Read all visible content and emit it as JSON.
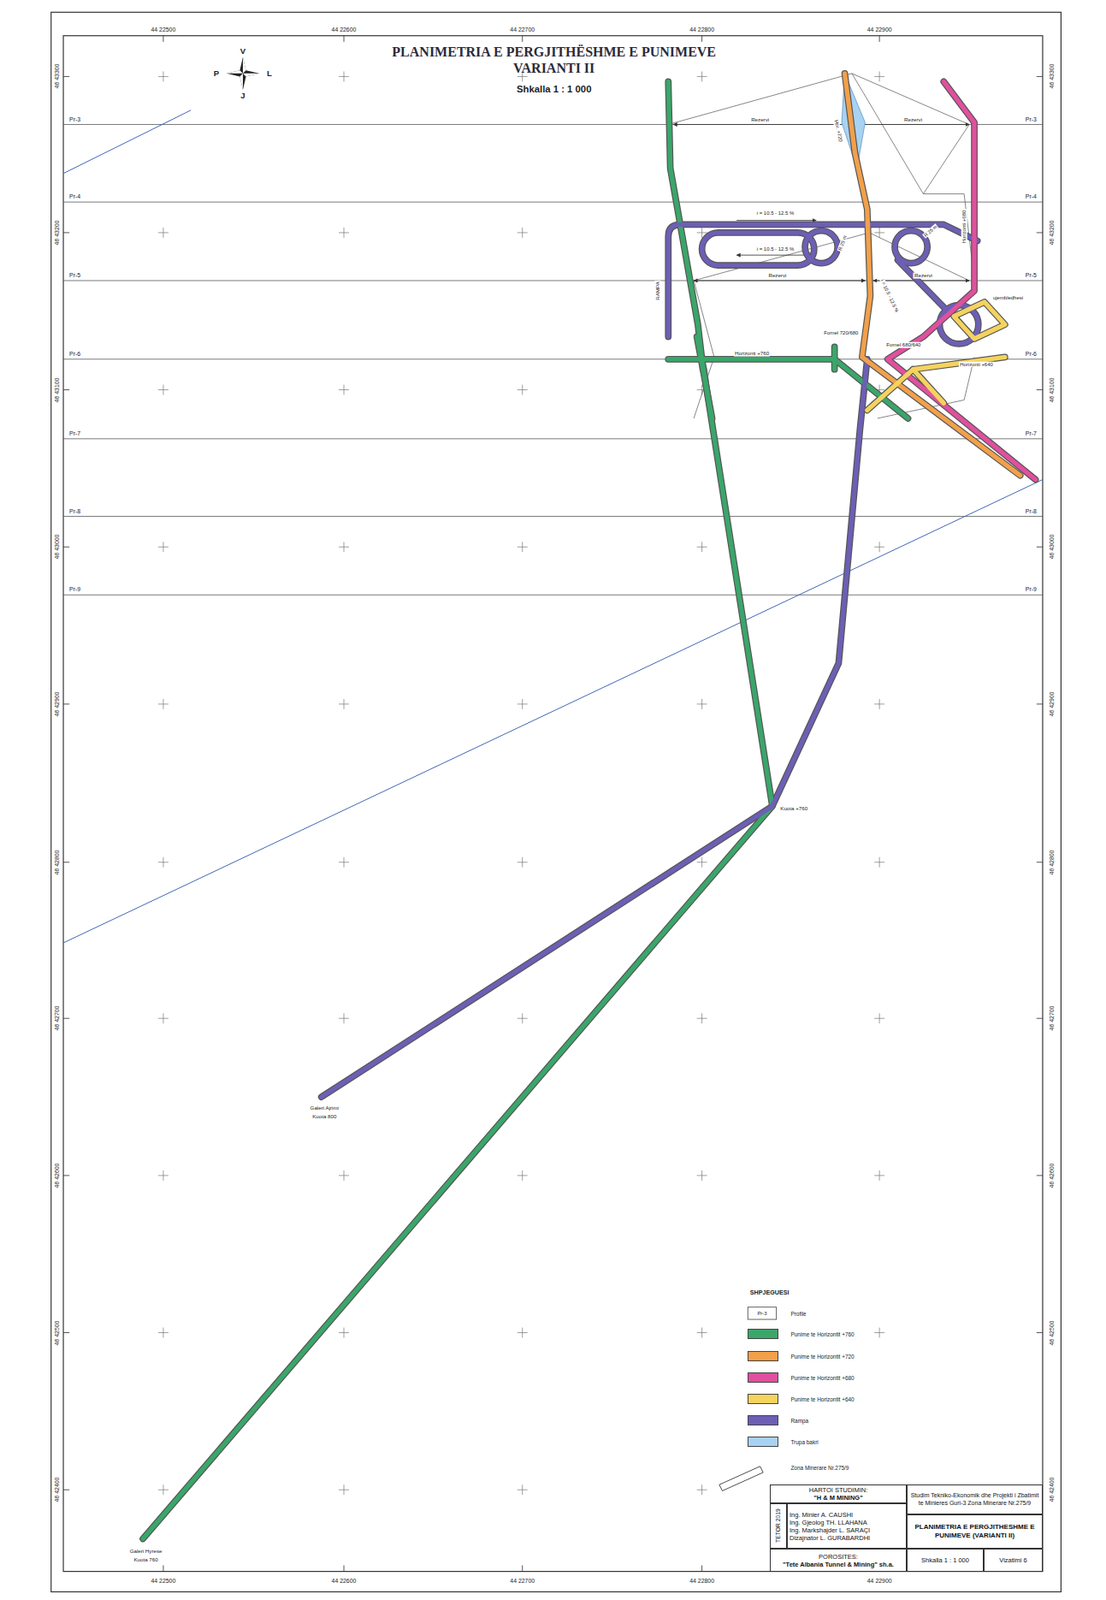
{
  "diagram": {
    "title": "PLANIMETRIA E PERGJITHËSHME E PUNIMEVE VARIANTI II",
    "nodes": [
      {
        "text": [
          "HARTOI STUDIMIN:",
          "\"H & M MINING\""
        ]
      },
      {
        "text": [
          "Ing. Minier A. CAUSHI",
          "Ing. Gjeolog TH. LLAHANA",
          "Ing. Markshajder L. SARAÇI",
          "Dizajnator L. GURABARDHI"
        ]
      },
      {
        "text": [
          "TETOR 2019"
        ]
      },
      {
        "text": [
          "POROSITES:",
          "\"Tete Albania Tunnel & Mining\" sh.a."
        ]
      },
      {
        "text": [
          "Studim Tekniko-Ekonomik dhe Projekti i Zbatimit te Minieres Guri-3 Zona Minerare Nr.275/9"
        ]
      },
      {
        "text": [
          "PLANIMETRIA E PERGJITHESHME E PUNIMEVE (VARIANTI II)"
        ]
      },
      {
        "text": [
          "Shkalla 1 : 1 000"
        ]
      },
      {
        "text": [
          "Vizatimi 6"
        ]
      }
    ],
    "labels": [
      "V",
      "P",
      "L",
      "J",
      "Shkalla 1 : 1 000",
      "44 22500",
      "44 22600",
      "44 22700",
      "44 22800",
      "44 22900",
      "44 22500",
      "44 22600",
      "44 22700",
      "44 22800",
      "44 22900",
      "46 43300",
      "46 43200",
      "46 43100",
      "46 43000",
      "46 42900",
      "46 42800",
      "46 42700",
      "46 42600",
      "46 42500",
      "46 42400",
      "46 43300",
      "46 43200",
      "46 43100",
      "46 43000",
      "46 42900",
      "46 42800",
      "46 42700",
      "46 42600",
      "46 42500",
      "46 42400",
      "Pr-3",
      "Pr-4",
      "Pr-5",
      "Pr-6",
      "Pr-7",
      "Pr-8",
      "Pr-9",
      "Pr-3",
      "Pr-4",
      "Pr-5",
      "Pr-6",
      "Pr-7",
      "Pr-8",
      "Pr-9",
      "Rezervi",
      "Rezervi",
      "Rezervi",
      "Rezervi",
      "i = 10.5 - 12.5 %",
      "i = 10.5 - 12.5 %",
      "i = 10.5 - 12.5 %",
      "R 25 m",
      "R 25 m",
      "RAMPA",
      "Hor. +720",
      "Horizonti +680",
      "Horizonti +760",
      "Fornel 720/680",
      "Fornel 680/640",
      "Horizonti +640",
      "ujembledhesi",
      "Kuota +760",
      "Galeri Ajrimi",
      "Kuota 800",
      "Galeri Hyrese",
      "Kuota 760",
      "Pr-3",
      "SHPJEGUESI"
    ],
    "legend": [
      {
        "text": "Profile"
      },
      {
        "text": "Punime te Horizontit +760",
        "color": "#3aa66a"
      },
      {
        "text": "Punime te Horizontit +720",
        "color": "#f2a04a"
      },
      {
        "text": "Punime te Horizontit +680",
        "color": "#e0509e"
      },
      {
        "text": "Punime te Horizontit +640",
        "color": "#f4d35e"
      },
      {
        "text": "Rampa",
        "color": "#6c5fb5"
      },
      {
        "text": "Trupa bakri",
        "color": "#a8d2f2"
      },
      {
        "text": "Zona Minerare Nr.275/9"
      }
    ]
  }
}
